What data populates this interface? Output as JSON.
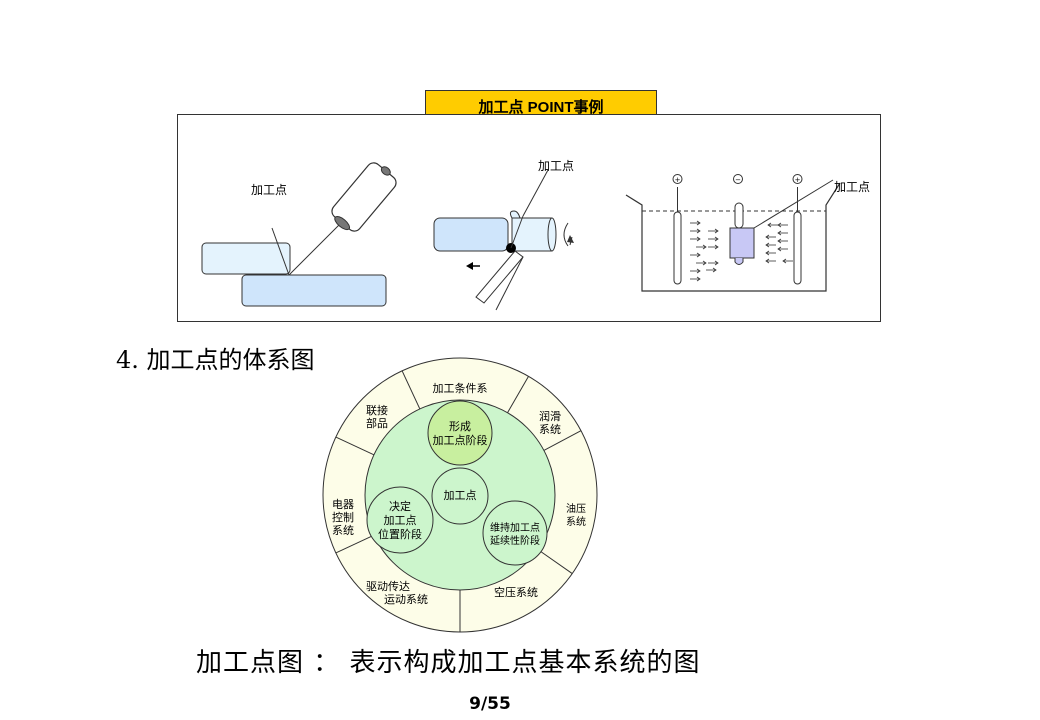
{
  "banner": {
    "title": "加工点 POINT事例"
  },
  "examples": {
    "welding": {
      "label": "加工点"
    },
    "turning": {
      "label": "加工点"
    },
    "electroplating": {
      "label": "加工点",
      "terminal_left": "+",
      "terminal_center": "−",
      "terminal_right": "+"
    }
  },
  "section": {
    "heading": "4. 加工点的体系图"
  },
  "system_diagram": {
    "outer_ring": [
      {
        "label_lines": [
          "加工条件系"
        ]
      },
      {
        "label_lines": [
          "润滑",
          "系统"
        ]
      },
      {
        "label_lines": [
          "油压",
          "系统"
        ]
      },
      {
        "label_lines": [
          "空压系统"
        ]
      },
      {
        "label_lines": [
          "驱动传达",
          "运动系统"
        ]
      },
      {
        "label_lines": [
          "电器",
          "控制",
          "系统"
        ]
      },
      {
        "label_lines": [
          "联接",
          "部品"
        ]
      }
    ],
    "inner_circles": {
      "center": [
        "加工点"
      ],
      "top": [
        "形成",
        "加工点阶段"
      ],
      "left": [
        "决定",
        "加工点",
        "位置阶段"
      ],
      "right": [
        "维持加工点",
        "延续性阶段"
      ]
    },
    "colors": {
      "outer_ring": "#fdfde8",
      "inner_disc": "#ccf5cc",
      "top_circle": "#c8ef9f",
      "stroke": "#333333"
    }
  },
  "caption": {
    "text": "加工点图 ： 表示构成加工点基本系统的图"
  },
  "footer": {
    "page": "9/55"
  }
}
